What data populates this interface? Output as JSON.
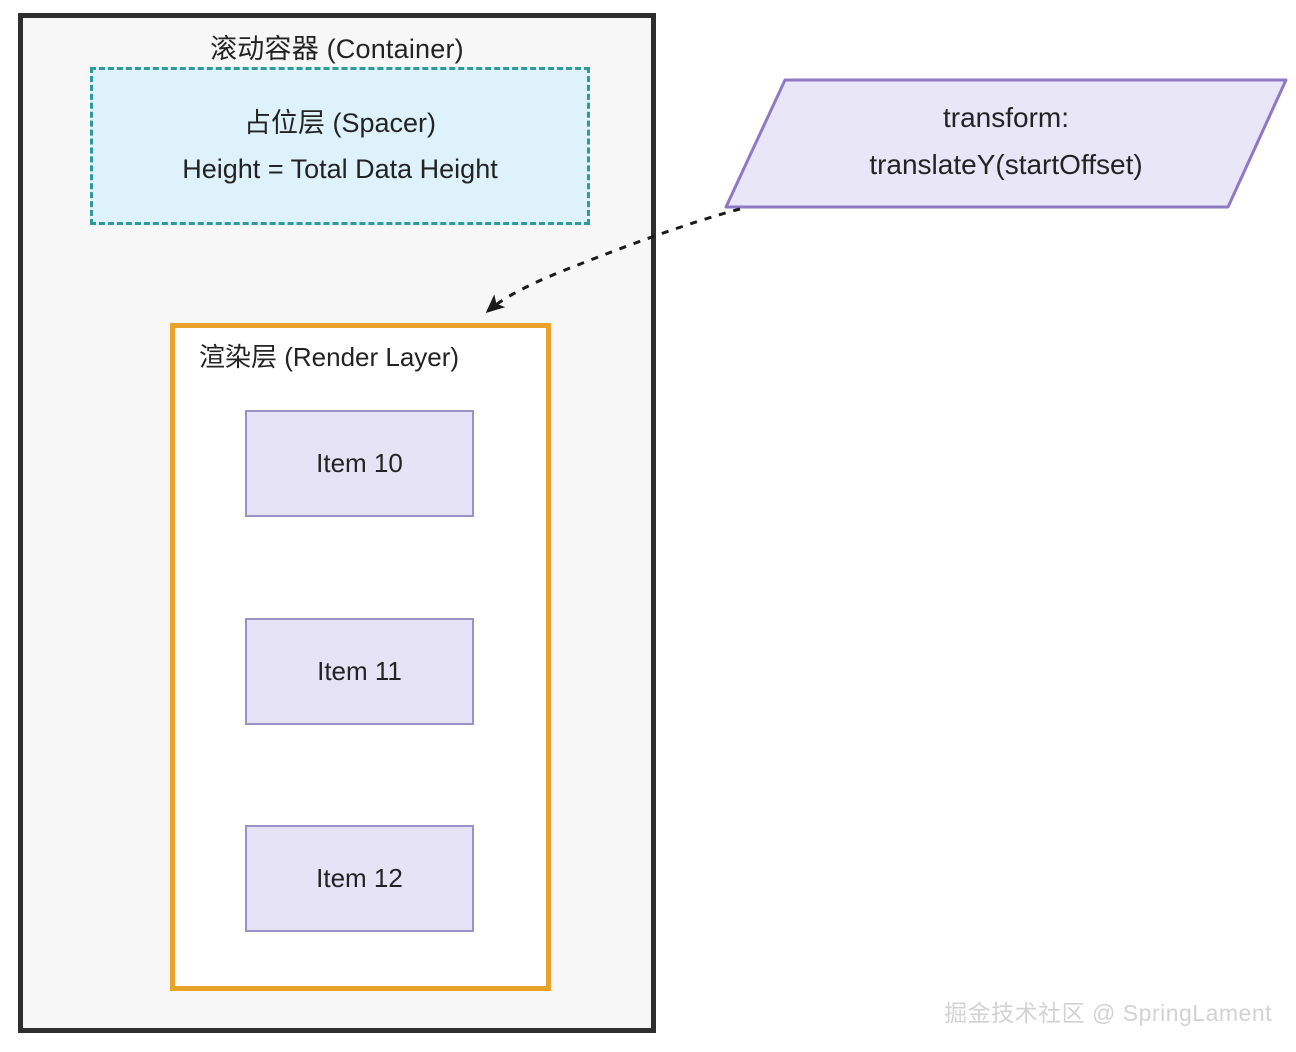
{
  "diagram": {
    "container": {
      "title": "滚动容器 (Container)",
      "border_color": "#2e2e2e",
      "fill_color": "#f7f7f7"
    },
    "spacer": {
      "line1": "占位层 (Spacer)",
      "line2": "Height = Total Data Height",
      "fill_color": "#ddf2fb",
      "border_color": "#2f9a99",
      "border_style": "dashed"
    },
    "render_layer": {
      "title": "渲染层 (Render Layer)",
      "border_color": "#e9a22a",
      "fill_color": "#ffffff",
      "items": [
        {
          "label": "Item 10"
        },
        {
          "label": "Item 11"
        },
        {
          "label": "Item 12"
        }
      ],
      "item_fill_color": "#e7e3f7",
      "item_border_color": "#9c91c6"
    },
    "callout": {
      "line1": "transform:",
      "line2": "translateY(startOffset)",
      "fill_color": "#e8e6f7",
      "border_color": "#8d79c4",
      "shape": "parallelogram"
    },
    "connector": {
      "style": "dotted",
      "color": "#1a1a1a",
      "arrowhead": "filled-triangle",
      "from": "callout",
      "to": "render-layer"
    },
    "watermark": {
      "text": "掘金技术社区 @ SpringLament",
      "color": "#d2d2d2"
    }
  }
}
